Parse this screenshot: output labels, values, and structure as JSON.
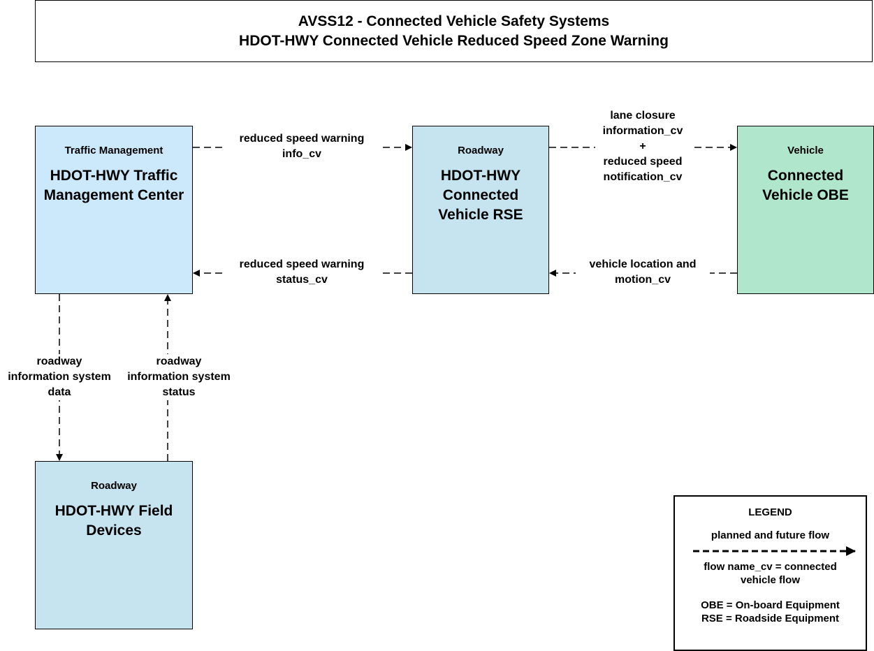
{
  "title": {
    "line1": "AVSS12 - Connected Vehicle Safety Systems",
    "line2": "HDOT-HWY Connected Vehicle Reduced Speed Zone Warning"
  },
  "nodes": {
    "tmc": {
      "category": "Traffic Management",
      "name": "HDOT-HWY Traffic Management Center",
      "fill": "#cce9fb"
    },
    "rse": {
      "category": "Roadway",
      "name": "HDOT-HWY Connected Vehicle RSE",
      "fill": "#c5e4f0"
    },
    "obe": {
      "category": "Vehicle",
      "name": "Connected Vehicle OBE",
      "fill": "#b0e6cb"
    },
    "field": {
      "category": "Roadway",
      "name": "HDOT-HWY Field Devices",
      "fill": "#c5e4f0"
    }
  },
  "flows": {
    "tmc_to_rse": {
      "line1": "reduced speed warning",
      "line2": "info_cv"
    },
    "rse_to_obe": {
      "line1": "lane closure",
      "line2": "information_cv",
      "line3": "+",
      "line4": "reduced speed",
      "line5": "notification_cv"
    },
    "rse_to_tmc": {
      "line1": "reduced speed warning",
      "line2": "status_cv"
    },
    "obe_to_rse": {
      "line1": "vehicle location and",
      "line2": "motion_cv"
    },
    "tmc_to_field": {
      "line1": "roadway",
      "line2": "information system",
      "line3": "data"
    },
    "field_to_tmc": {
      "line1": "roadway",
      "line2": "information system",
      "line3": "status"
    }
  },
  "legend": {
    "heading": "LEGEND",
    "flow_label": "planned and future flow",
    "cv_line1": "flow name_cv = connected",
    "cv_line2": "vehicle flow",
    "obe": "OBE = On-board Equipment",
    "rse": "RSE = Roadside Equipment"
  }
}
